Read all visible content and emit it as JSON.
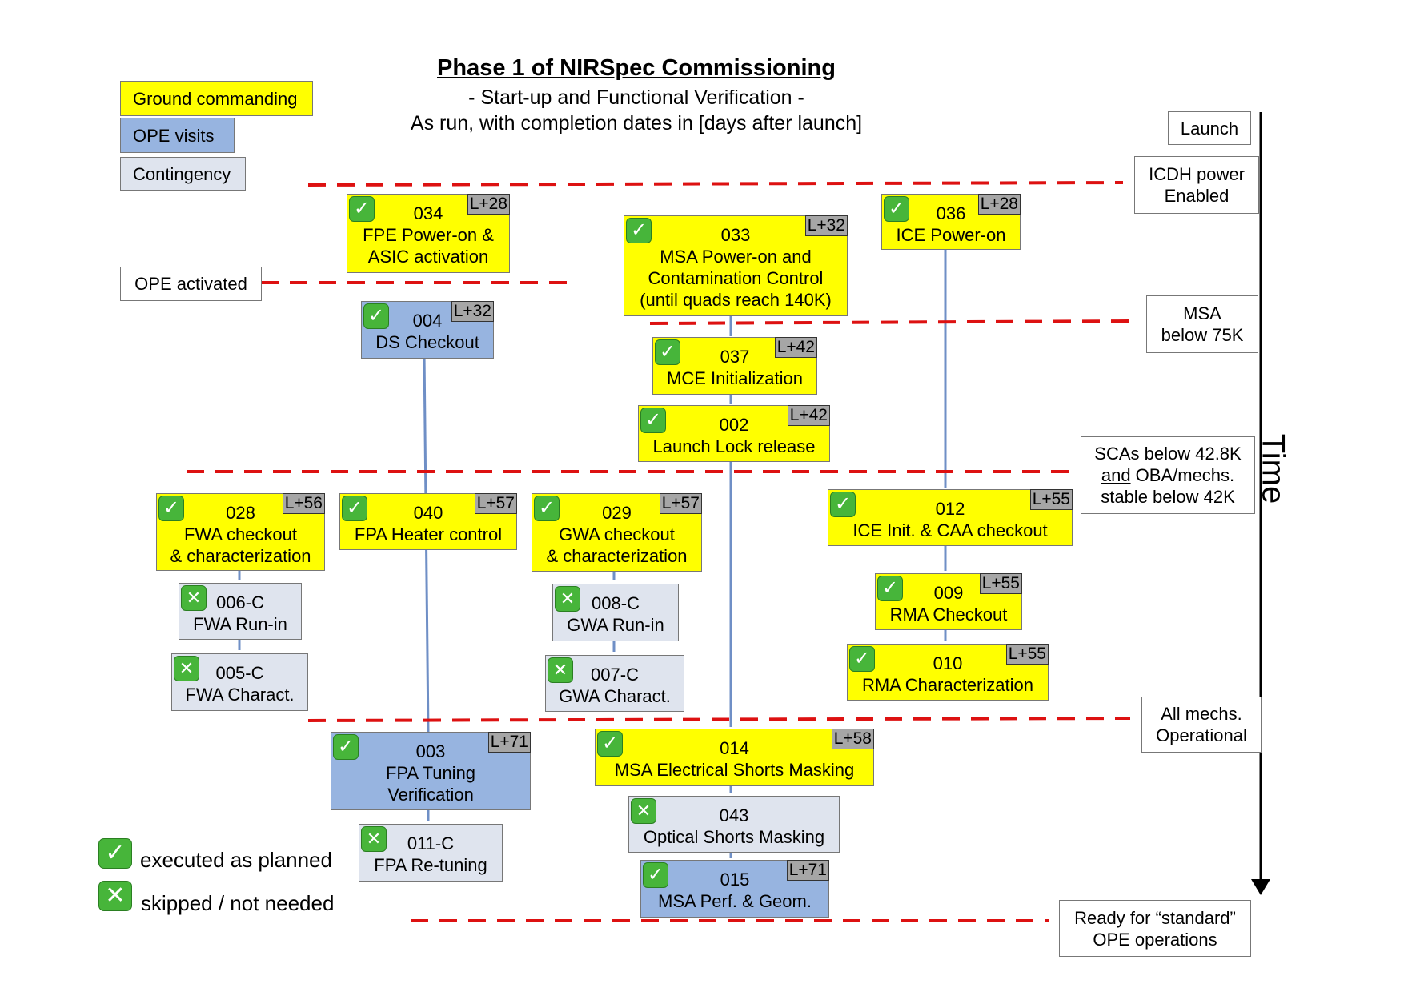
{
  "title": "Phase 1 of NIRSpec Commissioning",
  "subtitle": "- Start-up and Functional Verification -",
  "subtitle2": "As run, with completion dates in [days after launch]",
  "legend": {
    "ground": "Ground commanding",
    "ope": "OPE visits",
    "contingency": "Contingency",
    "executed": "executed as planned",
    "skipped": "skipped / not needed"
  },
  "time_label": "Time",
  "milestones": {
    "launch": "Launch",
    "icdh_1": "ICDH power",
    "icdh_2": "Enabled",
    "ope_activated": "OPE activated",
    "msa_1": "MSA",
    "msa_2": "below 75K",
    "sca_1": "SCAs below 42.8K",
    "sca_and": "and",
    "sca_2": " OBA/mechs.",
    "sca_3": "stable below 42K",
    "mechs_1": "All mechs.",
    "mechs_2": "Operational",
    "ready_1": "Ready for “standard”",
    "ready_2": "OPE operations"
  },
  "activities": {
    "a034": {
      "num": "034",
      "l1": "FPE Power-on &",
      "l2": "ASIC activation",
      "date": "L+28"
    },
    "a033": {
      "num": "033",
      "l1": "MSA Power-on and",
      "l2": "Contamination Control",
      "l3": "(until quads reach 140K)",
      "date": "L+32"
    },
    "a036": {
      "num": "036",
      "l1": "ICE Power-on",
      "date": "L+28"
    },
    "a004": {
      "num": "004",
      "l1": "DS Checkout",
      "date": "L+32"
    },
    "a037": {
      "num": "037",
      "l1": "MCE Initialization",
      "date": "L+42"
    },
    "a002": {
      "num": "002",
      "l1": "Launch Lock release",
      "date": "L+42"
    },
    "a028": {
      "num": "028",
      "l1": "FWA checkout",
      "l2": "& characterization",
      "date": "L+56"
    },
    "a040": {
      "num": "040",
      "l1": "FPA Heater control",
      "date": "L+57"
    },
    "a029": {
      "num": "029",
      "l1": "GWA checkout",
      "l2": "& characterization",
      "date": "L+57"
    },
    "a012": {
      "num": "012",
      "l1": "ICE Init. & CAA checkout",
      "date": "L+55"
    },
    "a006": {
      "num": "006-C",
      "l1": "FWA Run-in"
    },
    "a008": {
      "num": "008-C",
      "l1": "GWA Run-in"
    },
    "a009": {
      "num": "009",
      "l1": "RMA Checkout",
      "date": "L+55"
    },
    "a005": {
      "num": "005-C",
      "l1": "FWA Charact."
    },
    "a007": {
      "num": "007-C",
      "l1": "GWA Charact."
    },
    "a010": {
      "num": "010",
      "l1": "RMA Characterization",
      "date": "L+55"
    },
    "a003": {
      "num": "003",
      "l1": "FPA Tuning",
      "l2": "Verification",
      "date": "L+71"
    },
    "a014": {
      "num": "014",
      "l1": "MSA Electrical Shorts Masking",
      "date": "L+58"
    },
    "a011": {
      "num": "011-C",
      "l1": "FPA Re-tuning"
    },
    "a043": {
      "num": "043",
      "l1": "Optical Shorts Masking"
    },
    "a015": {
      "num": "015",
      "l1": "MSA Perf. & Geom.",
      "date": "L+71"
    }
  }
}
